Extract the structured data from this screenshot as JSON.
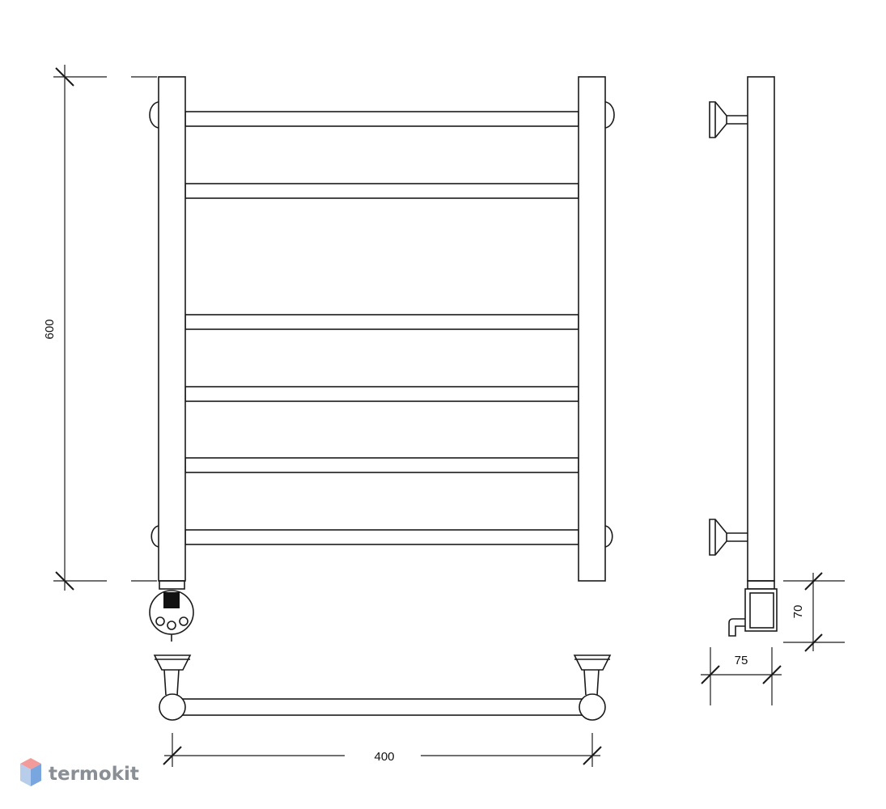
{
  "dimensions": {
    "height": "600",
    "width": "400",
    "depth": "75",
    "unit_height": "70"
  },
  "brand": {
    "name": "termokit",
    "logo_colors": [
      "#f39a9a",
      "#b7cdea",
      "#7aa6e0"
    ]
  },
  "drawing": {
    "line_color": "#1a1a1a",
    "rail_count": 6
  }
}
